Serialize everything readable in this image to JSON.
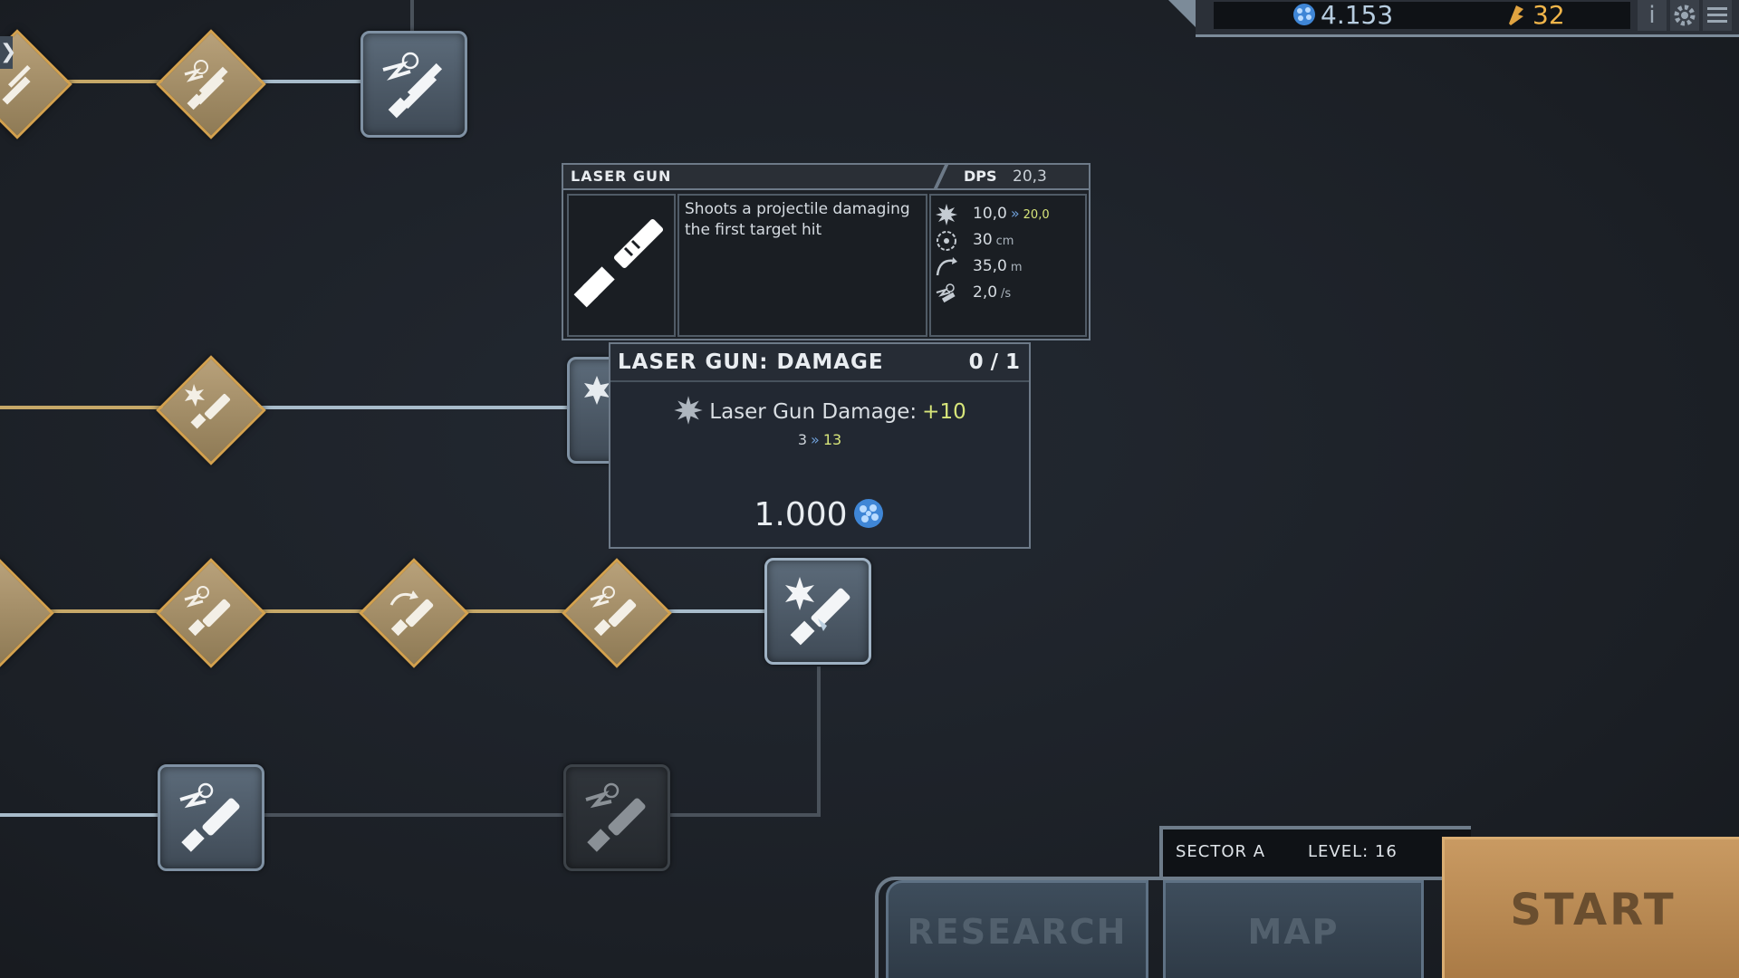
{
  "resources": {
    "crystals": "4.153",
    "gold": "32"
  },
  "top_buttons": {
    "info": "i"
  },
  "weapon": {
    "title": "LASER GUN",
    "dps_label": "DPS",
    "dps_value": "20,3",
    "description": "Shoots a projectile damaging the first target hit",
    "stats": [
      {
        "icon": "damage-burst-icon",
        "value": "10,0",
        "new_value": "20,0",
        "unit": ""
      },
      {
        "icon": "splash-radius-icon",
        "value": "30",
        "new_value": "",
        "unit": "cm"
      },
      {
        "icon": "range-arc-icon",
        "value": "35,0",
        "new_value": "",
        "unit": "m"
      },
      {
        "icon": "fire-rate-icon",
        "value": "2,0",
        "new_value": "",
        "unit": "/s"
      }
    ]
  },
  "upgrade": {
    "title": "LASER GUN: DAMAGE",
    "level": "0 / 1",
    "effect_label": "Laser Gun Damage:",
    "effect_bonus": "+10",
    "change_from": "3",
    "change_to": "13",
    "cost": "1.000"
  },
  "bottom": {
    "sector": "SECTOR A",
    "level": "LEVEL: 16",
    "research": "RESEARCH",
    "map": "MAP",
    "start": "START"
  },
  "side_arrow": "❯",
  "colors": {
    "gold_line": "#c6a868",
    "blue_line": "#a8bccb",
    "highlight_green": "#d7e57a",
    "crystal_blue": "#6fa9e4",
    "start_orange": "#c99a62"
  }
}
